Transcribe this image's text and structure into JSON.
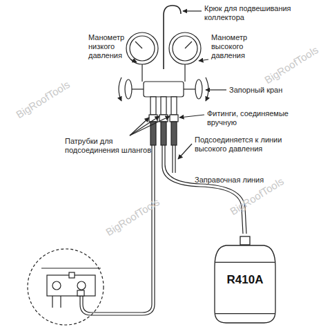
{
  "diagram": {
    "nodes": [
      {
        "text": [
          "R410A"
        ]
      }
    ],
    "labels": [
      "Крюк для подвешивания коллектора",
      "Манометр низкого давления",
      "Манометр высокого давления",
      "Запорный кран",
      "Фитинги, соединяемые вручную",
      "Патрубки для подсоединения шлангов",
      "Подсоединяется к линии высокого давления",
      "Заправочная линия",
      "BigRoofTools",
      "BigRoofTools",
      "BigRoofTools",
      "BigRoofTools"
    ]
  }
}
